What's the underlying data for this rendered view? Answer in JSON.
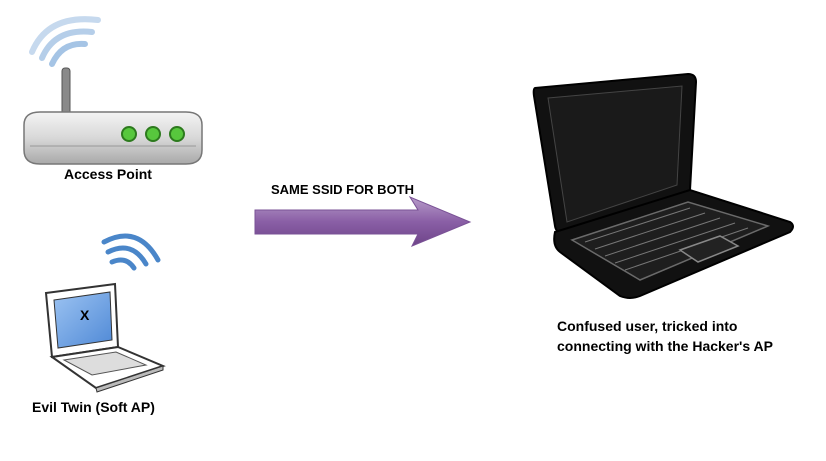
{
  "diagram": {
    "access_point_label": "Access Point",
    "arrow_label": "SAME SSID FOR BOTH",
    "evil_twin_label": "Evil Twin (Soft AP)",
    "evil_twin_screen_mark": "X",
    "victim_label_line1": "Confused user, tricked into",
    "victim_label_line2": "connecting with the Hacker's AP"
  },
  "colors": {
    "arrow": "#8a5fa6",
    "wifi_waves": "#4a86c9",
    "router_leds": "#4fbf3a",
    "laptop_screen": "#6aa2e6"
  },
  "icons": [
    "router-icon",
    "wifi-icon",
    "small-laptop-icon",
    "large-laptop-icon",
    "arrow-icon"
  ]
}
